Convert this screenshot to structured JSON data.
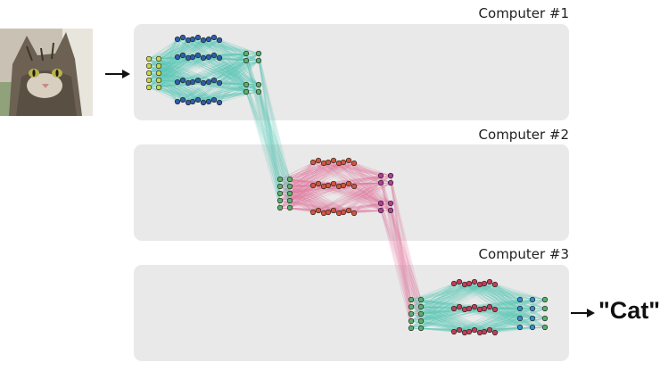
{
  "computers": [
    {
      "label": "Computer #1"
    },
    {
      "label": "Computer #2"
    },
    {
      "label": "Computer #3"
    }
  ],
  "input": {
    "image": "cat-photo"
  },
  "output": {
    "label": "\"Cat\""
  },
  "colors": {
    "panel": "#e9e9e9",
    "net1_node": "#2e5fa8",
    "net2_node": "#d1563c",
    "net3_node": "#c43d55",
    "green_node": "#5ab06a",
    "magenta_node": "#b03c9c",
    "yellow_node": "#c8d84c",
    "blue_output": "#2f8fc8",
    "edge_teal": "#5fc9b8",
    "edge_pink": "#e07aa0"
  }
}
